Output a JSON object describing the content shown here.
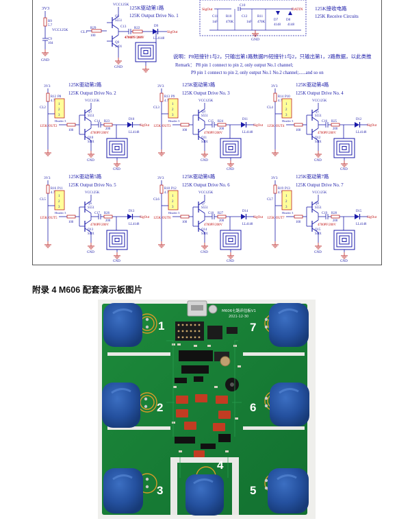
{
  "schematic": {
    "ch1": {
      "cn": "125K驱动第1路",
      "en": "125K Output Drive No. 1"
    },
    "recv": {
      "cn": "125K接收电路",
      "en": "125K Receive Circuits"
    },
    "remark_cn": "说明：P8短接针1与2，只输出第1路数据P9短接针1与2，只输出第1，2路数据，以此类推",
    "remark_en1": "Remark：  P8 pin 1 connect to pin 2, only output No.1 channel;",
    "remark_en2": "P9 pin 1 connect to pin 2, only output No.1  No.2 channel;......and so on",
    "drives": [
      {
        "cn": "125K驱动第2路",
        "en": "125K Output Drive No. 2",
        "r": "R12",
        "p": "P8",
        "q1": "Q3",
        "q2": "Q10",
        "c": "C14",
        "d": "D10",
        "rr": "R23",
        "cl": "CL2",
        "out": "125K-OUT2"
      },
      {
        "cn": "125K驱动第3路",
        "en": "125K Output Drive No. 3",
        "r": "R13",
        "p": "P9",
        "q1": "Q4",
        "q2": "Q11",
        "c": "C15",
        "d": "D11",
        "rr": "R24",
        "cl": "CL3",
        "out": "125K-OUT3"
      },
      {
        "cn": "125K驱动第4路",
        "en": "125K Output Drive No. 4",
        "r": "R14",
        "p": "P10",
        "q1": "Q5",
        "q2": "Q12",
        "c": "C16",
        "d": "D12",
        "rr": "R25",
        "cl": "CL4",
        "out": "125K-OUT4"
      },
      {
        "cn": "125K驱动第5路",
        "en": "125K Output Drive No. 5",
        "r": "R16",
        "p": "P11",
        "q1": "Q6",
        "q2": "Q13",
        "c": "C17",
        "d": "D13",
        "rr": "R26",
        "cl": "CL5",
        "out": "125K-OUT5"
      },
      {
        "cn": "125K驱动第6路",
        "en": "125K Output Drive No. 6",
        "r": "R18",
        "p": "P12",
        "q1": "Q7",
        "q2": "Q14",
        "c": "C18",
        "d": "D14",
        "rr": "R27",
        "cl": "CL6",
        "out": "125K-OUT6"
      },
      {
        "cn": "125K驱动第7路",
        "en": "125K Output Drive No. 7",
        "r": "R19",
        "p": "P13",
        "q1": "Q8",
        "q2": "Q15",
        "c": "C19",
        "d": "D15",
        "rr": "R28",
        "cl": "CL7",
        "out": "125K-OUT7"
      }
    ],
    "labels": {
      "v3": "3V3",
      "vcc": "VCC125K",
      "gnd": "GND",
      "sig": "SigOut",
      "cap": "4700PF/200V",
      "k47": "4.7K",
      "r100": "100",
      "r200": "200",
      "q1type": "S551",
      "q2type": "S401",
      "diode": "LL4148",
      "header": "Header 3"
    }
  },
  "appendix_title": "附录 4 M606 配套演示板图片",
  "photo": {
    "board_title": "M606七路评估板V1",
    "board_date": "2021-12-30",
    "coil_numbers": [
      "1",
      "2",
      "3",
      "4",
      "5",
      "6",
      "7"
    ]
  }
}
